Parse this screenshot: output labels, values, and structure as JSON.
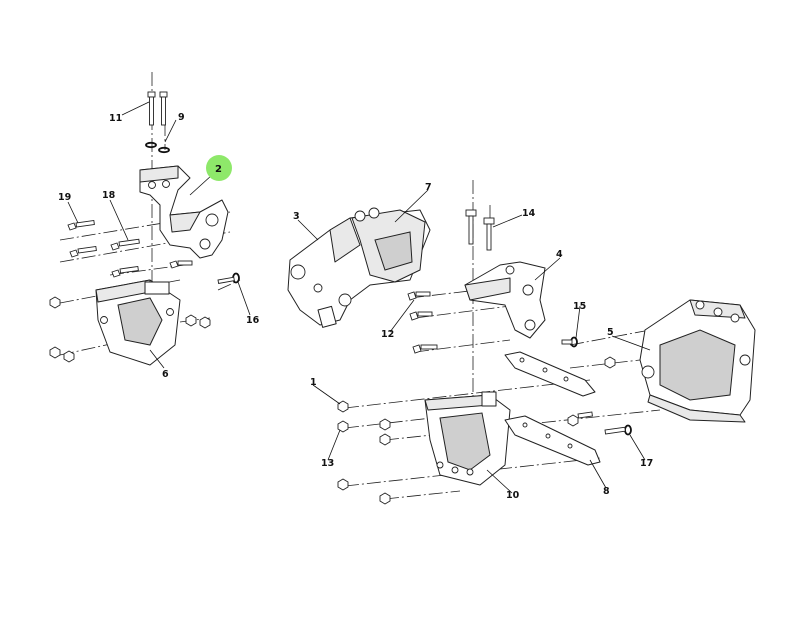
{
  "diagram": {
    "highlight_color": "#8ee86a",
    "highlighted_part": "2",
    "callouts": [
      {
        "id": "c1",
        "label": "1"
      },
      {
        "id": "c2",
        "label": "2"
      },
      {
        "id": "c3",
        "label": "3"
      },
      {
        "id": "c4",
        "label": "4"
      },
      {
        "id": "c5",
        "label": "5"
      },
      {
        "id": "c6",
        "label": "6"
      },
      {
        "id": "c7",
        "label": "7"
      },
      {
        "id": "c8",
        "label": "8"
      },
      {
        "id": "c9",
        "label": "9"
      },
      {
        "id": "c10",
        "label": "10"
      },
      {
        "id": "c11",
        "label": "11"
      },
      {
        "id": "c12",
        "label": "12"
      },
      {
        "id": "c13",
        "label": "13"
      },
      {
        "id": "c14",
        "label": "14"
      },
      {
        "id": "c15",
        "label": "15"
      },
      {
        "id": "c16",
        "label": "16"
      },
      {
        "id": "c17",
        "label": "17"
      },
      {
        "id": "c18",
        "label": "18"
      },
      {
        "id": "c19",
        "label": "19"
      }
    ]
  }
}
